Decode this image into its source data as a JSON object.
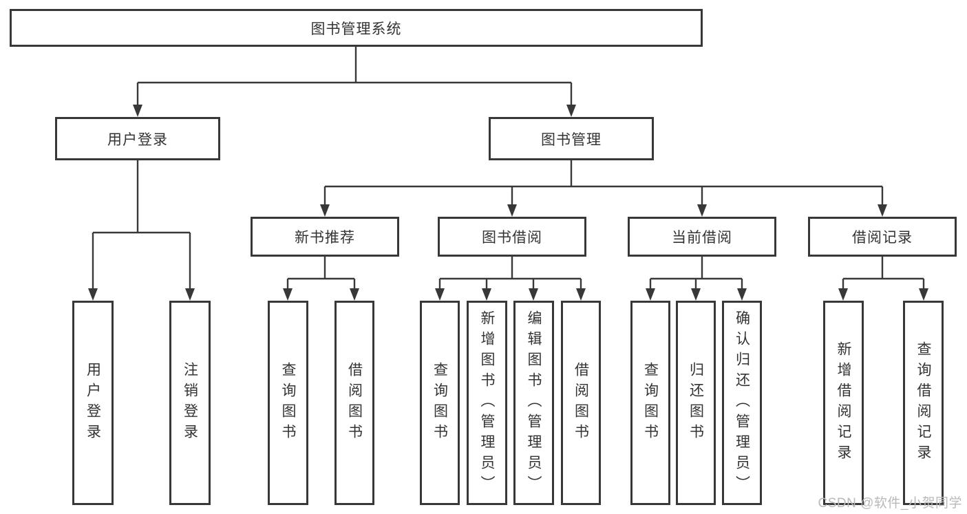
{
  "colors": {
    "line": "#383838",
    "box_border": "#383838",
    "text": "#333333",
    "watermark": "#b9b9b9",
    "background": "#ffffff"
  },
  "watermark": {
    "text": "CSDN @软件_小贺同学"
  },
  "tree": {
    "label": "图书管理系统",
    "children": [
      {
        "label": "用户登录",
        "children": [
          {
            "label": "用户登录"
          },
          {
            "label": "注销登录"
          }
        ]
      },
      {
        "label": "图书管理",
        "children": [
          {
            "label": "新书推荐",
            "children": [
              {
                "label": "查询图书"
              },
              {
                "label": "借阅图书"
              }
            ]
          },
          {
            "label": "图书借阅",
            "children": [
              {
                "label": "查询图书"
              },
              {
                "label": "新增图书（管理员）"
              },
              {
                "label": "编辑图书（管理员）"
              },
              {
                "label": "借阅图书"
              }
            ]
          },
          {
            "label": "当前借阅",
            "children": [
              {
                "label": "查询图书"
              },
              {
                "label": "归还图书"
              },
              {
                "label": "确认归还（管理员）"
              }
            ]
          },
          {
            "label": "借阅记录",
            "children": [
              {
                "label": "新增借阅记录"
              },
              {
                "label": "查询借阅记录"
              }
            ]
          }
        ]
      }
    ]
  }
}
